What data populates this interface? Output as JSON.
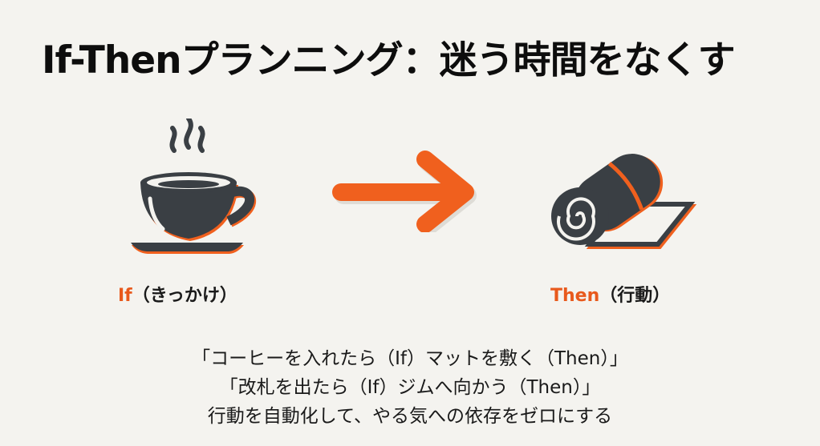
{
  "title": "If-Thenプランニング：迷う時間をなくす",
  "colors": {
    "background": "#f4f3ef",
    "icon_dark": "#3a3f44",
    "accent_orange": "#f0601e",
    "text": "#1a1a1a"
  },
  "icons": {
    "if_icon": "coffee-cup-icon",
    "connector": "arrow-right-icon",
    "then_icon": "yoga-mat-icon"
  },
  "labels": {
    "if_key": "If",
    "if_desc": "（きっかけ）",
    "then_key": "Then",
    "then_desc": "（行動）"
  },
  "examples": [
    "「コーヒーを入れたら（If）マットを敷く（Then）」",
    "「改札を出たら（If）ジムへ向かう（Then）」",
    "行動を自動化して、やる気への依存をゼロにする"
  ]
}
